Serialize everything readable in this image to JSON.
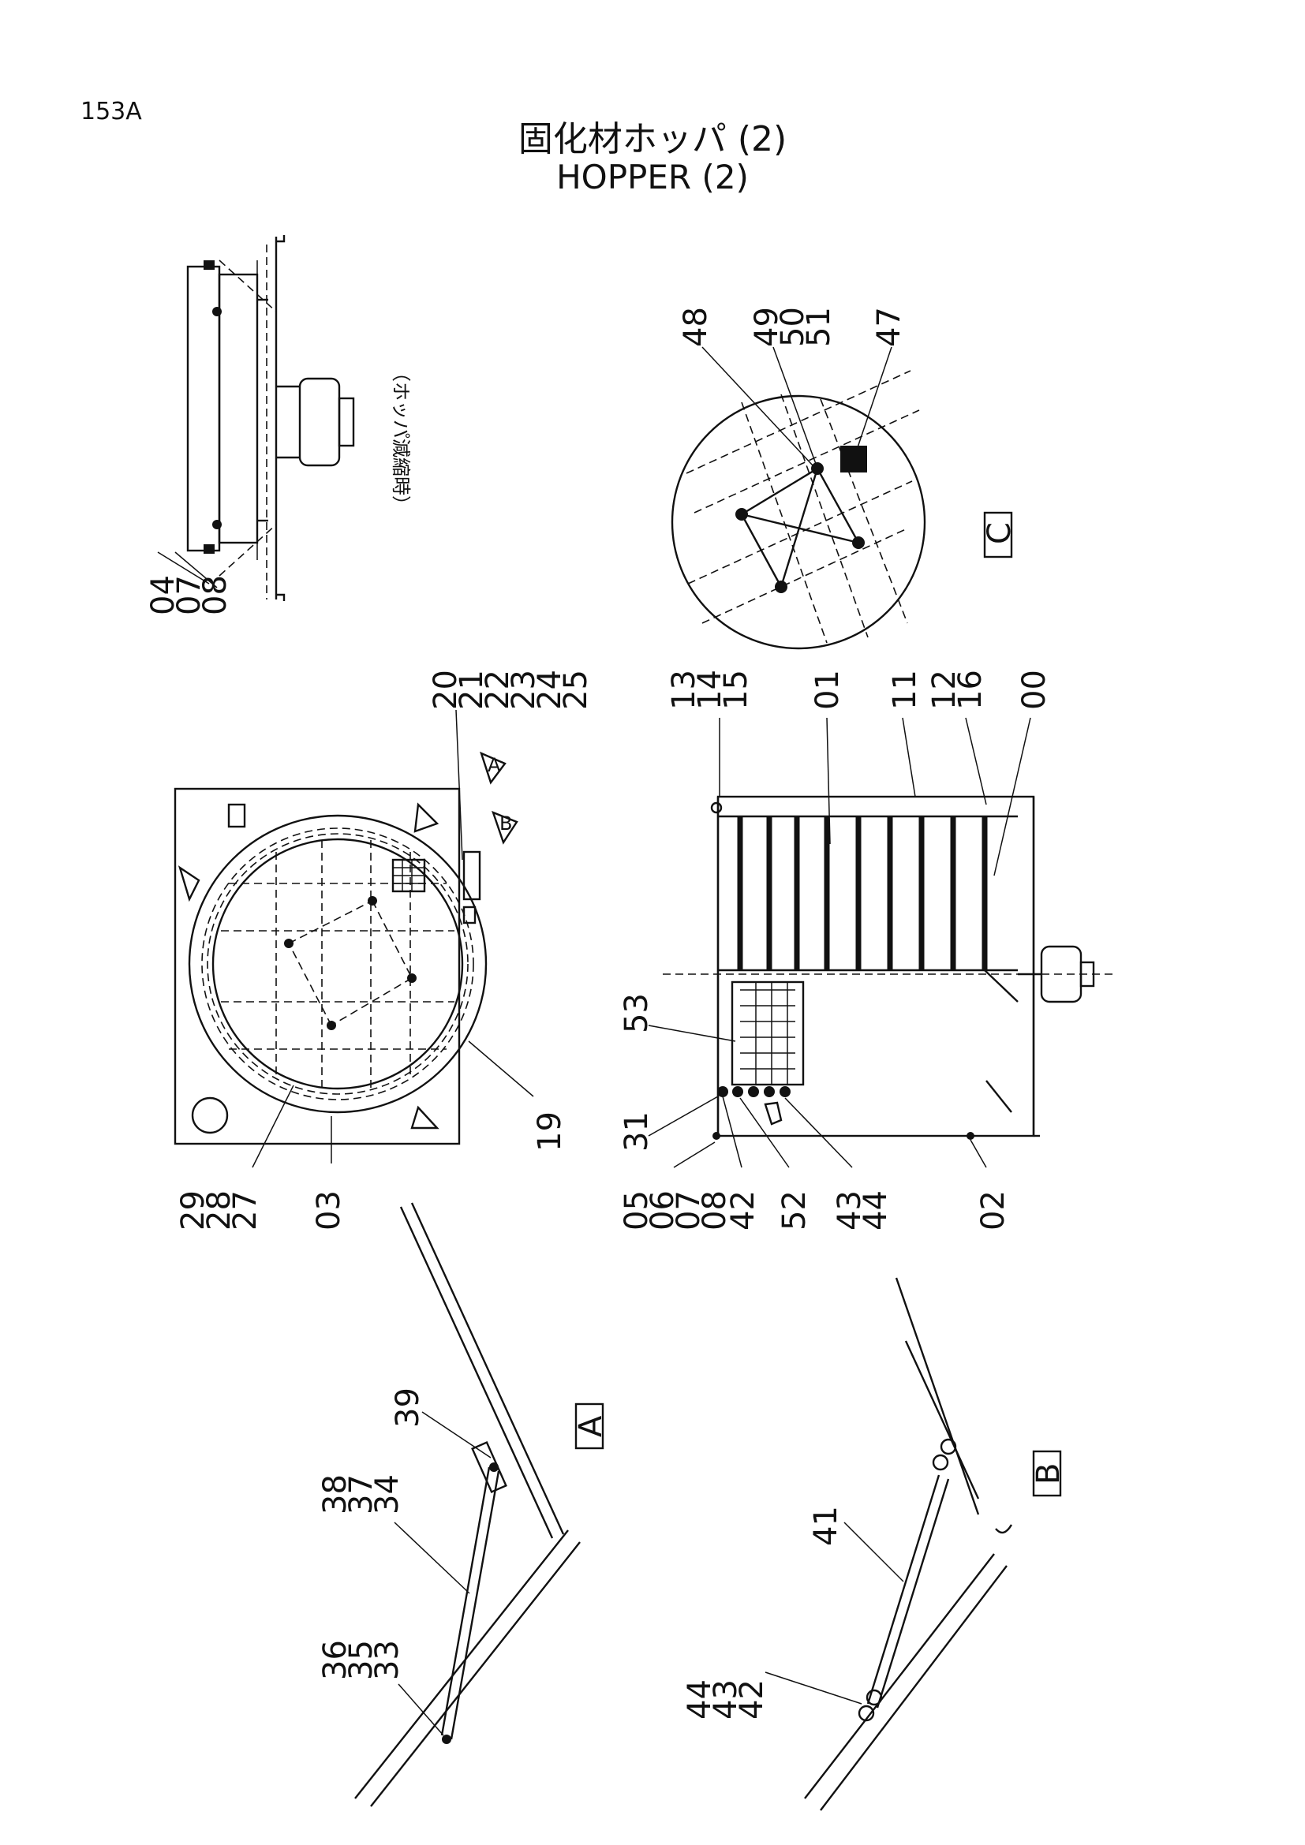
{
  "page_number": "153A",
  "title_jp": "固化材ホッパ (2)",
  "title_en": "HOPPER (2)",
  "note_jp": "（ホッパ減縮時）",
  "view_labels": {
    "A": "A",
    "B": "B",
    "C": "C"
  },
  "callouts": {
    "top_left": [
      "04",
      "07",
      "08"
    ],
    "plan_right": [
      "20",
      "21",
      "22",
      "23",
      "24",
      "25"
    ],
    "plan_left": [
      "29",
      "28",
      "27"
    ],
    "plan_03": "03",
    "plan_19": "19",
    "side_top": [
      "13",
      "14",
      "15"
    ],
    "side_01": "01",
    "side_11": "11",
    "side_12": [
      "12",
      "16"
    ],
    "side_00": "00",
    "side_53": "53",
    "side_31": "31",
    "side_bottom_a": [
      "05",
      "06",
      "07",
      "08"
    ],
    "side_42": "42",
    "side_52": "52",
    "side_43": [
      "43",
      "44"
    ],
    "side_02": "02",
    "detailC_48": "48",
    "detailC_49": [
      "49",
      "50",
      "51"
    ],
    "detailC_47": "47",
    "detailA_39": "39",
    "detailA_38": [
      "38",
      "37",
      "34"
    ],
    "detailA_36": [
      "36",
      "35",
      "33"
    ],
    "detailB_41": "41",
    "detailB_44": [
      "44",
      "43",
      "42"
    ]
  }
}
